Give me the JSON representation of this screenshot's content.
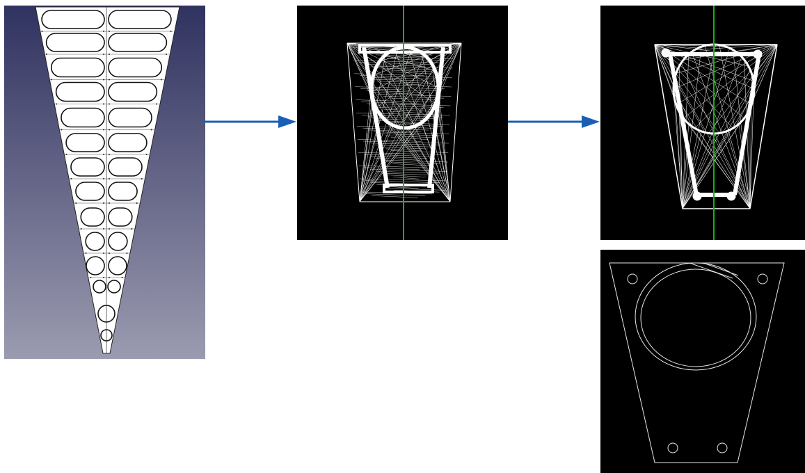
{
  "figure": {
    "panels": [
      {
        "id": "cad-view",
        "icon": "cad-tapered-panel-layout-image",
        "gradient": [
          "#303260",
          "#9b9bb0"
        ]
      },
      {
        "id": "mesh-view-1",
        "icon": "wireframe-mesh-image",
        "background": "#000000",
        "axis_color": "#13b513"
      },
      {
        "id": "mesh-view-2",
        "icon": "wireframe-mesh-image",
        "background": "#000000",
        "axis_color": "#13b513"
      },
      {
        "id": "outline-view",
        "icon": "cross-section-outline-image",
        "background": "#000000"
      }
    ],
    "arrows": [
      {
        "from": "cad-view",
        "to": "mesh-view-1",
        "icon": "right-arrow-icon",
        "color": "#1a5fb4"
      },
      {
        "from": "mesh-view-1",
        "to": "mesh-view-2",
        "icon": "right-arrow-icon",
        "color": "#1a5fb4"
      }
    ]
  }
}
